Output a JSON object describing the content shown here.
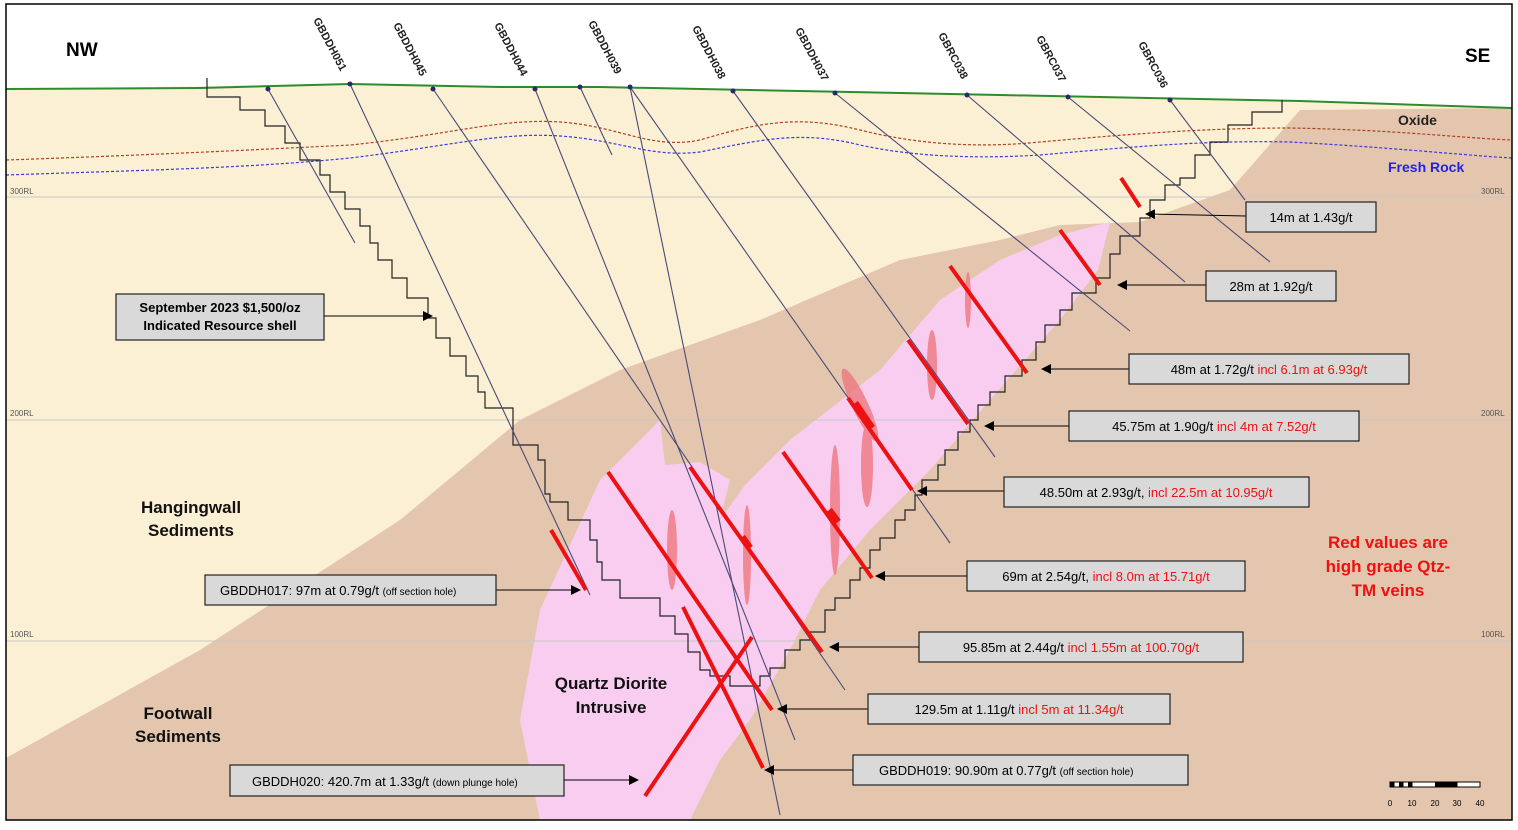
{
  "directions": {
    "left": "NW",
    "right": "SE"
  },
  "layers": {
    "oxide": "Oxide",
    "fresh_rock": "Fresh Rock"
  },
  "rl_labels": [
    {
      "text": "300RL"
    },
    {
      "text": "200RL"
    },
    {
      "text": "100RL"
    }
  ],
  "hole_labels": [
    "GBDDH051",
    "GBDDH045",
    "GBDDH044",
    "GBDDH039",
    "GBDDH038",
    "GBDDH037",
    "GBRC038",
    "GBRC037",
    "GBRC036"
  ],
  "units": {
    "hangingwall_line1": "Hangingwall",
    "hangingwall_line2": "Sediments",
    "footwall_line1": "Footwall",
    "footwall_line2": "Sediments",
    "intrusive_line1": "Quartz Diorite",
    "intrusive_line2": "Intrusive"
  },
  "resource_shell": {
    "line1": "September 2023 $1,500/oz",
    "line2": "Indicated Resource shell"
  },
  "note": {
    "line1": "Red values are",
    "line2": "high grade Qtz-",
    "line3": "TM veins"
  },
  "intercepts": [
    {
      "main": "14m at 1.43g/t",
      "incl": ""
    },
    {
      "main": "28m at 1.92g/t",
      "incl": ""
    },
    {
      "main": "48m at 1.72g/t ",
      "incl": "incl 6.1m at 6.93g/t"
    },
    {
      "main": "45.75m at 1.90g/t ",
      "incl": "incl 4m at 7.52g/t"
    },
    {
      "main": "48.50m at 2.93g/t, ",
      "incl": "incl 22.5m at 10.95g/t"
    },
    {
      "main": "69m at 2.54g/t, ",
      "incl": "incl 8.0m at 15.71g/t"
    },
    {
      "main": "95.85m at 2.44g/t ",
      "incl": "incl 1.55m at 100.70g/t"
    },
    {
      "main": "129.5m at 1.11g/t ",
      "incl": "incl 5m at 11.34g/t"
    }
  ],
  "off_section": [
    {
      "main": "GBDDH017: 97m at 0.79g/t ",
      "small": "(off section hole)"
    },
    {
      "main": "GBDDH020: 420.7m at 1.33g/t ",
      "small": "(down plunge hole)"
    },
    {
      "main": "GBDDH019: 90.90m at 0.77g/t ",
      "small": "(off section hole)"
    }
  ],
  "scale_bar": {
    "ticks": [
      "0",
      "10",
      "20",
      "30",
      "40"
    ]
  },
  "colors": {
    "hangingwall": "#fbf0d3",
    "footwall": "#e3c6ad",
    "intrusive": "#f8cdf0",
    "surface": "#2e8b2e",
    "oxide_line": "#b04020",
    "fresh_line": "#3a3ae0",
    "hole": "#4a4a7a",
    "high_grade": "#ee1111",
    "label_box": "#d9d9d9"
  }
}
